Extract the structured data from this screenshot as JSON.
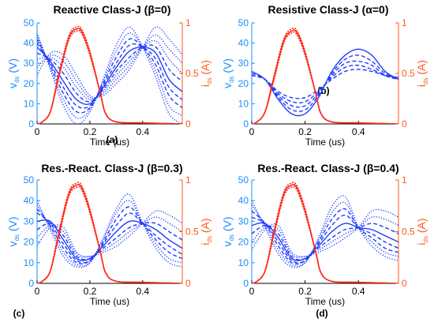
{
  "colors": {
    "voltage": "#1f3cff",
    "current": "#ff2a1a",
    "left_axis": "#1a8cff",
    "right_axis": "#ff5a1a"
  },
  "axis_text": {
    "xlabel": "Time (us)",
    "ylabel_left_main": "v",
    "ylabel_left_sub": "ds",
    "ylabel_left_unit": " (V)",
    "ylabel_right_main": "i",
    "ylabel_right_sub": "ds",
    "ylabel_right_unit": " (A)"
  },
  "chart_data": [
    {
      "type": "line",
      "panel_label": "(a)",
      "title": "Reactive Class-J (β=0)",
      "xlim": [
        0,
        0.55
      ],
      "xticks": [
        "0",
        "0.2",
        "0.4"
      ],
      "ylim_left": [
        0,
        50
      ],
      "yticks_left": [
        "0",
        "10",
        "20",
        "30",
        "40",
        "50"
      ],
      "ylim_right": [
        0,
        1
      ],
      "yticks_right": [
        "0",
        "0.5",
        "1"
      ],
      "x": [
        0,
        0.05,
        0.1,
        0.15,
        0.2,
        0.25,
        0.3,
        0.35,
        0.4,
        0.45,
        0.5,
        0.55
      ],
      "voltage_series": [
        {
          "style": "dotted",
          "values": [
            45,
            27,
            9,
            0,
            6,
            22,
            39,
            48,
            38,
            23,
            5,
            0
          ]
        },
        {
          "style": "dotted",
          "values": [
            44,
            28,
            12,
            3,
            7,
            21,
            36,
            45,
            38,
            26,
            9,
            4
          ]
        },
        {
          "style": "dashed",
          "values": [
            42,
            29,
            15,
            6,
            8,
            20,
            33,
            42,
            38,
            29,
            14,
            8
          ]
        },
        {
          "style": "dashed",
          "values": [
            40,
            30,
            18,
            9,
            9,
            19,
            30,
            39,
            38,
            32,
            18,
            12
          ]
        },
        {
          "style": "solid",
          "values": [
            38,
            31,
            21,
            12,
            10,
            18,
            28,
            36,
            38,
            35,
            22,
            16
          ]
        },
        {
          "style": "dashed",
          "values": [
            35,
            32,
            25,
            15,
            11,
            17,
            26,
            33,
            38,
            38,
            27,
            21
          ]
        },
        {
          "style": "dotted",
          "values": [
            32,
            33,
            28,
            18,
            12,
            16,
            24,
            31,
            38,
            41,
            32,
            25
          ]
        },
        {
          "style": "dotted",
          "values": [
            28,
            34,
            31,
            21,
            13,
            15,
            22,
            29,
            38,
            44,
            37,
            30
          ]
        },
        {
          "style": "dotted",
          "values": [
            24,
            35,
            34,
            24,
            14,
            14,
            20,
            27,
            38,
            48,
            42,
            34
          ]
        }
      ],
      "current": {
        "x": [
          0,
          0.02,
          0.05,
          0.08,
          0.12,
          0.15,
          0.17,
          0.2,
          0.24,
          0.26,
          0.3,
          0.4,
          0.55
        ],
        "values": [
          0,
          0.02,
          0.12,
          0.45,
          0.85,
          0.94,
          0.91,
          0.7,
          0.3,
          0.1,
          0.02,
          0.01,
          0
        ]
      }
    },
    {
      "type": "line",
      "panel_label": "(b)",
      "title": "Resistive Class-J (α=0)",
      "xlim": [
        0,
        0.55
      ],
      "xticks": [
        "0",
        "0.2",
        "0.4"
      ],
      "ylim_left": [
        0,
        50
      ],
      "yticks_left": [
        "0",
        "10",
        "20",
        "30",
        "40",
        "50"
      ],
      "ylim_right": [
        0,
        1
      ],
      "yticks_right": [
        "0",
        "0.5",
        "1"
      ],
      "x": [
        0,
        0.05,
        0.1,
        0.15,
        0.2,
        0.25,
        0.3,
        0.35,
        0.4,
        0.45,
        0.5,
        0.55
      ],
      "voltage_series": [
        {
          "style": "solid",
          "values": [
            26,
            22,
            12,
            5,
            5,
            13,
            26,
            34,
            37,
            34,
            26,
            22
          ]
        },
        {
          "style": "dashed",
          "values": [
            25,
            22,
            13,
            7,
            7,
            14,
            25,
            32,
            34,
            31,
            25,
            22
          ]
        },
        {
          "style": "dashed",
          "values": [
            25,
            22,
            14,
            9,
            9,
            15,
            24,
            30,
            31,
            29,
            24,
            22
          ]
        },
        {
          "style": "dashed",
          "values": [
            24,
            22,
            15,
            11,
            11,
            16,
            23,
            28,
            29,
            27,
            24,
            23
          ]
        },
        {
          "style": "dashed",
          "values": [
            24,
            22,
            16,
            13,
            13,
            17,
            22,
            26,
            27,
            26,
            24,
            23
          ]
        }
      ],
      "current": {
        "x": [
          0,
          0.02,
          0.05,
          0.08,
          0.12,
          0.15,
          0.17,
          0.2,
          0.24,
          0.26,
          0.3,
          0.4,
          0.55
        ],
        "values": [
          0,
          0.02,
          0.12,
          0.42,
          0.82,
          0.92,
          0.9,
          0.7,
          0.3,
          0.1,
          0.02,
          0.01,
          0
        ]
      }
    },
    {
      "type": "line",
      "panel_label": "(c)",
      "title": "Res.-React. Class-J (β=0.3)",
      "xlim": [
        0,
        0.55
      ],
      "xticks": [
        "0",
        "0.2",
        "0.4"
      ],
      "ylim_left": [
        0,
        50
      ],
      "yticks_left": [
        "0",
        "10",
        "20",
        "30",
        "40",
        "50"
      ],
      "ylim_right": [
        0,
        1
      ],
      "yticks_right": [
        "0",
        "0.5",
        "1"
      ],
      "x": [
        0,
        0.05,
        0.1,
        0.15,
        0.2,
        0.25,
        0.3,
        0.35,
        0.4,
        0.45,
        0.5,
        0.55
      ],
      "voltage_series": [
        {
          "style": "dotted",
          "values": [
            40,
            26,
            13,
            8,
            10,
            22,
            36,
            43,
            29,
            17,
            10,
            8
          ]
        },
        {
          "style": "dotted",
          "values": [
            38,
            27,
            15,
            9,
            10,
            21,
            34,
            40,
            29,
            19,
            12,
            10
          ]
        },
        {
          "style": "dashed",
          "values": [
            36,
            28,
            17,
            10,
            11,
            20,
            31,
            37,
            29,
            21,
            15,
            12
          ]
        },
        {
          "style": "dashed",
          "values": [
            34,
            29,
            19,
            11,
            11,
            19,
            28,
            34,
            29,
            23,
            18,
            14
          ]
        },
        {
          "style": "solid",
          "values": [
            30,
            30,
            21,
            12,
            12,
            18,
            25,
            30,
            29,
            26,
            21,
            17
          ]
        },
        {
          "style": "dashed",
          "values": [
            26,
            29,
            23,
            13,
            12,
            17,
            22,
            27,
            29,
            29,
            25,
            21
          ]
        },
        {
          "style": "dotted",
          "values": [
            22,
            28,
            25,
            14,
            13,
            16,
            20,
            25,
            29,
            32,
            29,
            25
          ]
        },
        {
          "style": "dotted",
          "values": [
            18,
            27,
            27,
            15,
            13,
            15,
            18,
            23,
            29,
            35,
            33,
            29
          ]
        }
      ],
      "current": {
        "x": [
          0,
          0.02,
          0.05,
          0.08,
          0.12,
          0.15,
          0.17,
          0.2,
          0.24,
          0.26,
          0.3,
          0.4,
          0.55
        ],
        "values": [
          0,
          0.02,
          0.12,
          0.45,
          0.86,
          0.95,
          0.92,
          0.7,
          0.3,
          0.1,
          0.02,
          0.01,
          0
        ]
      }
    },
    {
      "type": "line",
      "panel_label": "(d)",
      "title": "Res.-React. Class-J (β=0.4)",
      "xlim": [
        0,
        0.55
      ],
      "xticks": [
        "0",
        "0.2",
        "0.4"
      ],
      "ylim_left": [
        0,
        50
      ],
      "yticks_left": [
        "0",
        "10",
        "20",
        "30",
        "40",
        "50"
      ],
      "ylim_right": [
        0,
        1
      ],
      "yticks_right": [
        "0",
        "0.5",
        "1"
      ],
      "x": [
        0,
        0.05,
        0.1,
        0.15,
        0.2,
        0.25,
        0.3,
        0.35,
        0.4,
        0.45,
        0.5,
        0.55
      ],
      "voltage_series": [
        {
          "style": "dotted",
          "values": [
            40,
            27,
            14,
            8,
            10,
            22,
            37,
            42,
            27,
            18,
            13,
            11
          ]
        },
        {
          "style": "dotted",
          "values": [
            38,
            28,
            16,
            9,
            10,
            21,
            34,
            39,
            27,
            20,
            15,
            13
          ]
        },
        {
          "style": "dashed",
          "values": [
            35,
            29,
            18,
            10,
            11,
            20,
            31,
            36,
            27,
            22,
            17,
            15
          ]
        },
        {
          "style": "dashed",
          "values": [
            32,
            29,
            20,
            11,
            11,
            19,
            28,
            33,
            27,
            24,
            20,
            17
          ]
        },
        {
          "style": "solid",
          "values": [
            28,
            29,
            22,
            12,
            12,
            18,
            25,
            29,
            27,
            26,
            23,
            20
          ]
        },
        {
          "style": "dashed",
          "values": [
            24,
            28,
            24,
            13,
            12,
            17,
            22,
            26,
            27,
            29,
            27,
            24
          ]
        },
        {
          "style": "dotted",
          "values": [
            20,
            27,
            26,
            14,
            13,
            16,
            20,
            24,
            27,
            32,
            31,
            28
          ]
        },
        {
          "style": "dotted",
          "values": [
            16,
            26,
            28,
            15,
            13,
            15,
            18,
            22,
            27,
            35,
            35,
            32
          ]
        }
      ],
      "current": {
        "x": [
          0,
          0.02,
          0.05,
          0.08,
          0.12,
          0.15,
          0.17,
          0.2,
          0.24,
          0.26,
          0.3,
          0.4,
          0.55
        ],
        "values": [
          0,
          0.02,
          0.12,
          0.45,
          0.86,
          0.95,
          0.92,
          0.7,
          0.3,
          0.1,
          0.02,
          0.01,
          0
        ]
      }
    }
  ]
}
